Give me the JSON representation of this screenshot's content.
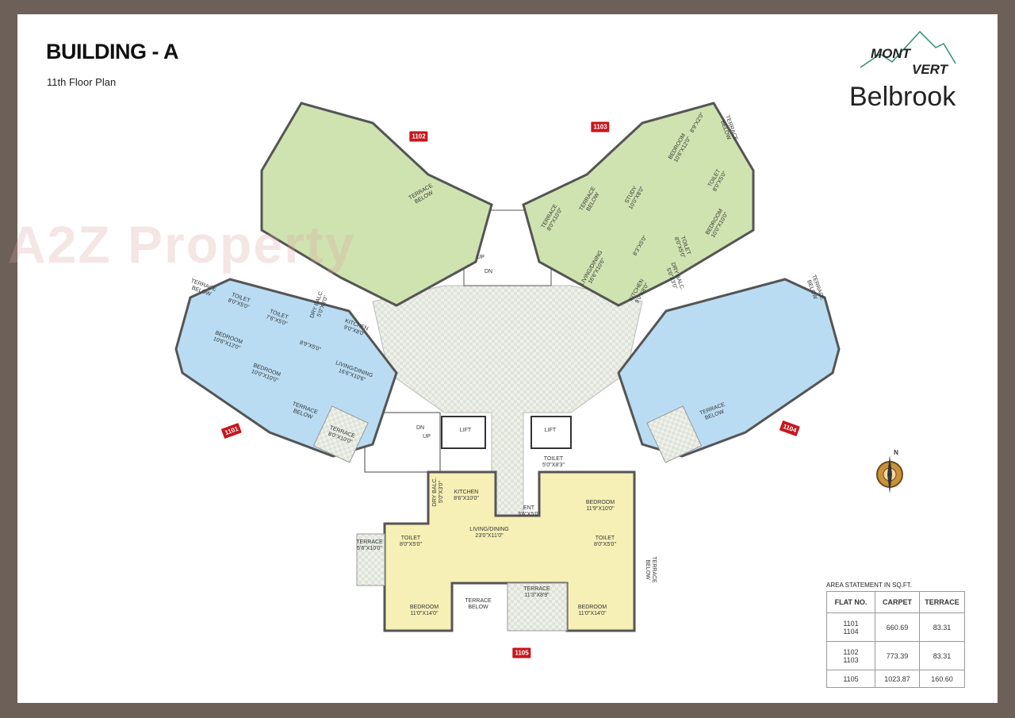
{
  "header": {
    "title": "BUILDING - A",
    "subtitle": "11th Floor Plan"
  },
  "logo": {
    "line1": "MONT",
    "line2": "VERT",
    "name": "Belbrook",
    "accent": "#2f8f6f"
  },
  "watermark": "A2Z Property",
  "colors": {
    "frame": "#6d6058",
    "flat_blue": "#b9dcf3",
    "flat_green": "#cfe3b0",
    "flat_yellow": "#f6f0b6",
    "tag_red": "#c8161d",
    "corridor": "#e3e6e0"
  },
  "flat_tags": [
    "1101",
    "1102",
    "1103",
    "1104",
    "1105"
  ],
  "core": {
    "up1": "UP",
    "dn1": "DN",
    "dn2": "DN",
    "up2": "UP",
    "lift1": "LIFT",
    "lift2": "LIFT"
  },
  "flat_1101": {
    "rooms": [
      "TERRACE\nBELOW",
      "TOILET\n8'0\"X5'0\"",
      "TOILET\n7'6\"X5'0\"",
      "DRY BALC.\n5'0\"X3'0\"",
      "KITCHEN\n9'0\"X8'0\"",
      "8'9\"X5'0\"",
      "BEDROOM\n10'6\"X12'0\"",
      "BEDROOM\n10'0\"X10'0\"",
      "LIVING/DINING\n16'6\"X10'6\"",
      "TERRACE\nBELOW",
      "TERRACE\n8'0\"X10'0\""
    ]
  },
  "flat_1102": {
    "rooms": [
      "TERRACE\nBELOW"
    ]
  },
  "flat_1103": {
    "rooms": [
      "BEDROOM\n10'6\"X12'0\"",
      "8'9\"X2'0\"",
      "TERRACE\nBELOW",
      "STUDY\n10'0\"X8'0\"",
      "TOILET\n8'0\"X5'0\"",
      "BEDROOM\n10'0\"X10'0\"",
      "TERRACE\n8'0\"X10'0\"",
      "TERRACE\nBELOW",
      "LIVING/DINING\n16'6\"X10'6\"",
      "8'3\"X5'0\"",
      "TOILET\n8'0\"X5'0\"",
      "DRY BALC.\n5'0\"X3'0\"",
      "KITCHEN\n9'0\"X8'0\""
    ]
  },
  "flat_1104": {
    "rooms": [
      "TERRACE\nBELOW",
      "TERRACE\nBELOW"
    ]
  },
  "flat_1105": {
    "rooms": [
      "TOILET\n5'0\"X8'3\"",
      "KITCHEN\n8'6\"X10'0\"",
      "DRY BALC.\n5'0\"X3'0\"",
      "BEDROOM\n11'9\"X10'0\"",
      "ENT\n3'6\"X5'0\"",
      "LIVING/DINING\n23'0\"X11'0\"",
      "TOILET\n8'0\"X5'0\"",
      "TOILET\n8'0\"X5'0\"",
      "TERRACE\n5'6\"X10'0\"",
      "TERRACE\nBELOW",
      "TERRACE\n11'3\"X8'9\"",
      "TERRACE\nBELOW",
      "BEDROOM\n11'0\"X14'0\"",
      "BEDROOM\n11'0\"X14'0\""
    ]
  },
  "compass": {
    "north": "N"
  },
  "area_statement": {
    "title": "AREA STATEMENT IN SQ.FT.",
    "headers": [
      "FLAT NO.",
      "CARPET",
      "TERRACE"
    ],
    "rows": [
      {
        "flat": "1101\n1104",
        "carpet": "660.69",
        "terrace": "83.31"
      },
      {
        "flat": "1102\n1103",
        "carpet": "773.39",
        "terrace": "83.31"
      },
      {
        "flat": "1105",
        "carpet": "1023.87",
        "terrace": "160.60"
      }
    ]
  }
}
